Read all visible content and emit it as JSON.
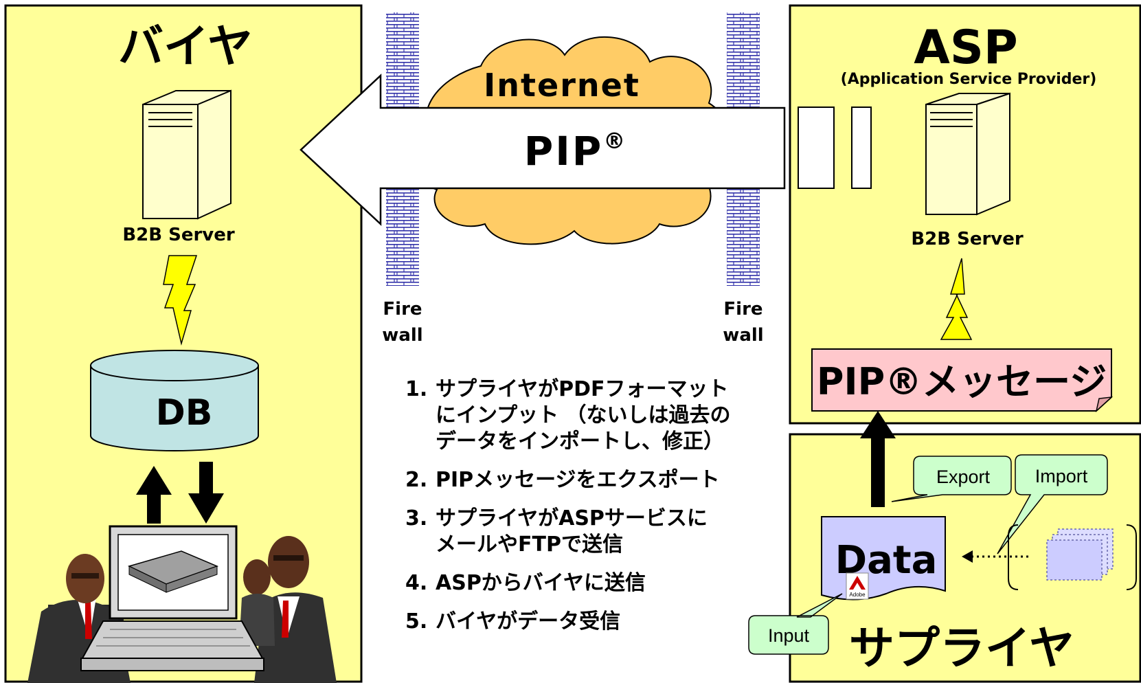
{
  "buyer": {
    "title": "バイヤ",
    "server_label": "B2B Server",
    "db_label": "DB"
  },
  "asp": {
    "title": "ASP",
    "subtitle": "(Application Service Provider)",
    "server_label": "B2B Server",
    "message_label": "PIP®メッセージ"
  },
  "supplier": {
    "title": "サプライヤ",
    "data_label": "Data",
    "export_label": "Export",
    "import_label": "Import",
    "input_label": "Input",
    "adobe_label": "Adobe"
  },
  "internet": {
    "label": "Internet",
    "pip_label": "PIP",
    "pip_mark": "®"
  },
  "firewalls": [
    {
      "line1": "Fire",
      "line2": "wall"
    },
    {
      "line1": "Fire",
      "line2": "wall"
    }
  ],
  "steps": [
    {
      "num": "1.",
      "text": "サプライヤがPDFフォーマット\nにインプット （ないしは過去の\nデータをインポートし、修正）"
    },
    {
      "num": "2.",
      "text": "PIPメッセージをエクスポート"
    },
    {
      "num": "3.",
      "text": "サプライヤがASPサービスに\nメールやFTPで送信"
    },
    {
      "num": "4.",
      "text": "ASPからバイヤに送信"
    },
    {
      "num": "5.",
      "text": "バイヤがデータ受信"
    }
  ],
  "colors": {
    "panel": "#ffff99",
    "cloud": "#ffcc66",
    "db": "#c0e4e4",
    "message_box": "#ffc8cc",
    "data_doc": "#ccccff",
    "callout": "#ccffcc",
    "lightning": "#ffff00",
    "firewall": "#3333aa"
  }
}
